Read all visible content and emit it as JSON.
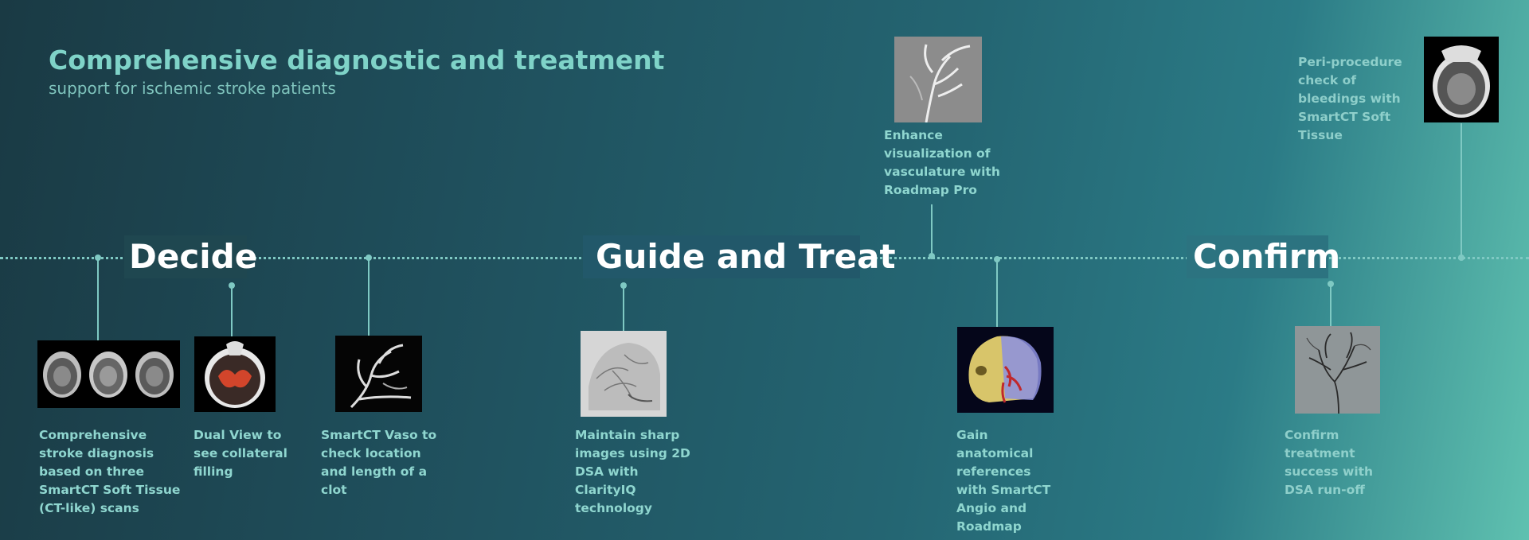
{
  "header": {
    "title": "Comprehensive diagnostic and treatment",
    "subtitle": "support for ischemic stroke patients"
  },
  "phases": {
    "decide": "Decide",
    "guide": "Guide and Treat",
    "confirm": "Confirm"
  },
  "steps": [
    {
      "caption": "Comprehensive stroke diagnosis based on three SmartCT Soft Tissue (CT-like) scans",
      "image": "three-ct-scans-thumbnail"
    },
    {
      "caption": "Dual View to see collateral filling",
      "image": "dual-view-thumbnail"
    },
    {
      "caption": "SmartCT Vaso to check location and length of a clot",
      "image": "smartct-vaso-thumbnail"
    },
    {
      "caption": "Maintain sharp images using 2D DSA with ClarityIQ technology",
      "image": "dsa-claritiq-thumbnail"
    },
    {
      "caption": "Enhance visualization of vasculature with Roadmap Pro",
      "image": "roadmap-pro-thumbnail"
    },
    {
      "caption": "Gain anatomical references with SmartCT Angio and Roadmap",
      "image": "smartct-angio-thumbnail"
    },
    {
      "caption": "Peri-procedure check of bleedings with SmartCT Soft Tissue",
      "image": "peri-procedure-ct-thumbnail"
    },
    {
      "caption": "Confirm treatment success with DSA run-off",
      "image": "dsa-runoff-thumbnail"
    }
  ],
  "colors": {
    "accent": "#7fd3c8",
    "phase_text": "#ffffff",
    "caption_text": "#8fd6cf"
  }
}
